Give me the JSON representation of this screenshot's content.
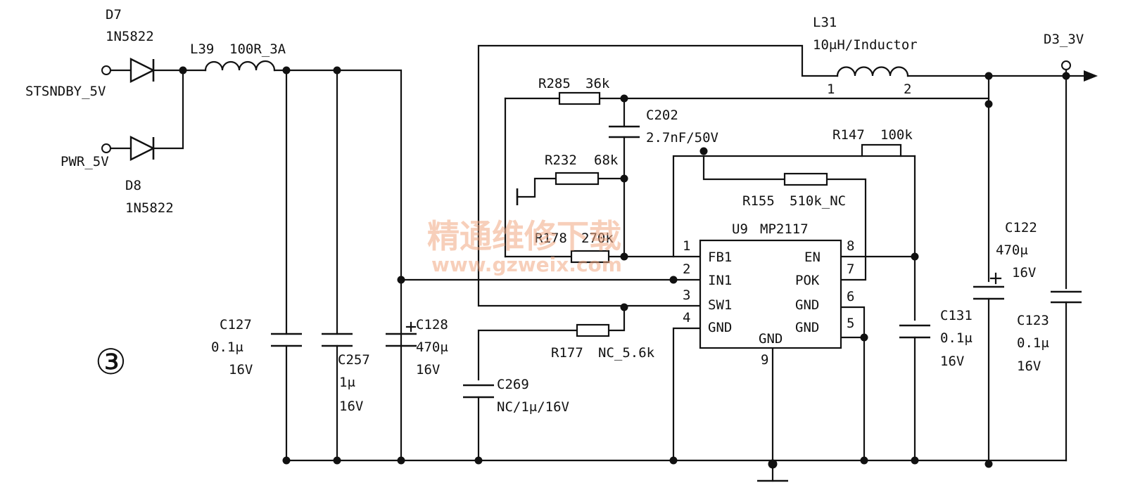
{
  "circuit_number": "③",
  "nets": {
    "in_standby": "STSNDBY_5V",
    "in_power": "PWR_5V",
    "out": "D3_3V"
  },
  "diodes": [
    {
      "ref": "D7",
      "value": "1N5822"
    },
    {
      "ref": "D8",
      "value": "1N5822"
    }
  ],
  "inductors": {
    "l39": {
      "ref": "L39",
      "value": "100R_3A"
    },
    "l31": {
      "ref": "L31",
      "value": "10μH/Inductor",
      "pin1": "1",
      "pin2": "2"
    }
  },
  "resistors": {
    "r285": {
      "ref": "R285",
      "value": "36k"
    },
    "r232": {
      "ref": "R232",
      "value": "68k"
    },
    "r178": {
      "ref": "R178",
      "value": "270k"
    },
    "r177": {
      "ref": "R177",
      "value": "NC_5.6k"
    },
    "r147": {
      "ref": "R147",
      "value": "100k"
    },
    "r155": {
      "ref": "R155",
      "value": "510k_NC"
    }
  },
  "capacitors": {
    "c202": {
      "ref": "C202",
      "value": "2.7nF/50V"
    },
    "c127": {
      "ref": "C127",
      "value": "0.1μ",
      "voltage": "16V"
    },
    "c257": {
      "ref": "C257",
      "value": "1μ",
      "voltage": "16V"
    },
    "c128": {
      "ref": "C128",
      "value": "470μ",
      "voltage": "16V"
    },
    "c269": {
      "ref": "C269",
      "value": "NC/1μ/16V"
    },
    "c131": {
      "ref": "C131",
      "value": "0.1μ",
      "voltage": "16V"
    },
    "c122": {
      "ref": "C122",
      "value": "470μ",
      "voltage": "16V"
    },
    "c123": {
      "ref": "C123",
      "value": "0.1μ",
      "voltage": "16V"
    }
  },
  "ic": {
    "ref": "U9",
    "part": "MP2117",
    "left_pins": [
      {
        "num": "1",
        "name": "FB1"
      },
      {
        "num": "2",
        "name": "IN1"
      },
      {
        "num": "3",
        "name": "SW1"
      },
      {
        "num": "4",
        "name": "GND"
      }
    ],
    "right_pins": [
      {
        "num": "8",
        "name": "EN"
      },
      {
        "num": "7",
        "name": "POK"
      },
      {
        "num": "6",
        "name": "GND"
      },
      {
        "num": "5",
        "name": "GND"
      }
    ],
    "bottom_pin": {
      "num": "9",
      "name": "GND"
    }
  },
  "watermark": {
    "title": "精通维修下载",
    "url": "www.gzweix.com"
  }
}
